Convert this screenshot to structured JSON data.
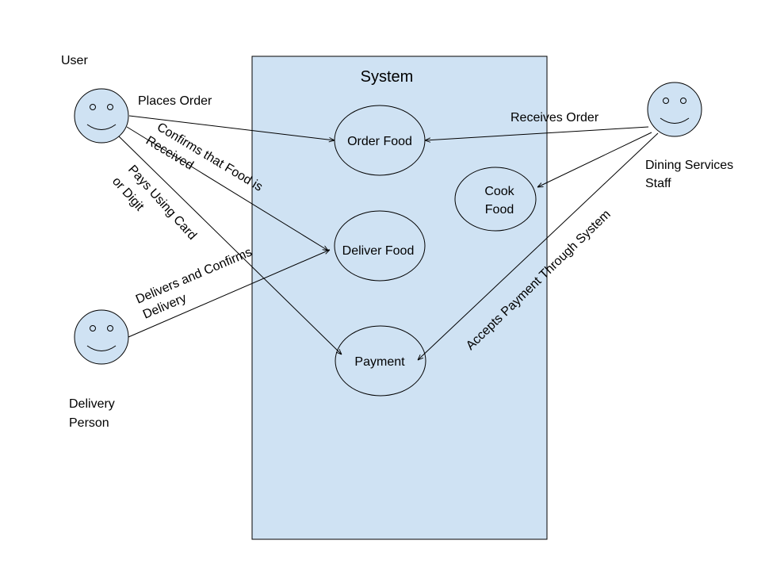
{
  "system": {
    "title": "System"
  },
  "actors": {
    "user": {
      "label": "User"
    },
    "delivery_person": {
      "label_line1": "Delivery",
      "label_line2": "Person"
    },
    "dining_staff": {
      "label_line1": "Dining Services",
      "label_line2": "Staff"
    }
  },
  "use_cases": {
    "order_food": "Order Food",
    "cook_food_line1": "Cook",
    "cook_food_line2": "Food",
    "deliver_food": "Deliver Food",
    "payment": "Payment"
  },
  "edges": {
    "places_order": "Places Order",
    "confirms_line1": "Confirms that Food is",
    "confirms_line2": "Received",
    "pays_line1": "Pays Using Card",
    "pays_line2": "or Digit",
    "delivers_line1": "Delivers and Confirms",
    "delivers_line2": "Delivery",
    "receives_order": "Receives Order",
    "accepts_payment": "Accepts Payment Through System"
  },
  "colors": {
    "fill": "#cfe2f3",
    "stroke": "#000000"
  }
}
